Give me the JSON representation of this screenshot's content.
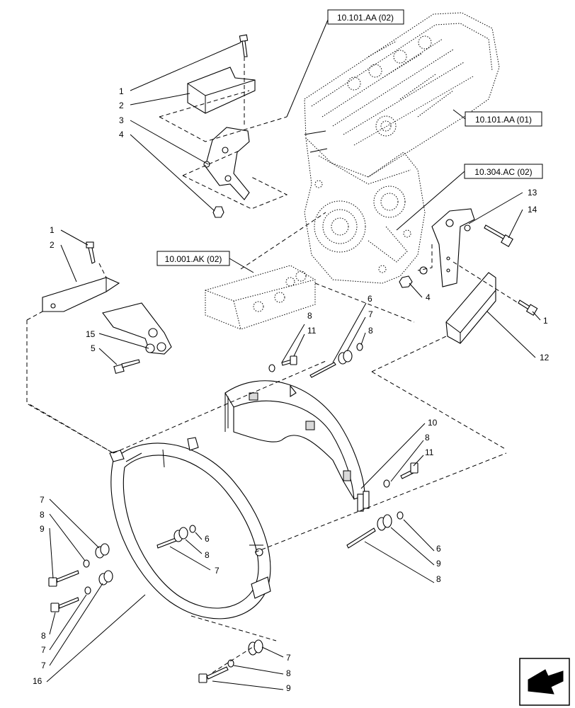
{
  "references": [
    {
      "id": "ref-head-top",
      "label": "10.101.AA (02)"
    },
    {
      "id": "ref-head-side",
      "label": "10.101.AA (01)"
    },
    {
      "id": "ref-cover",
      "label": "10.304.AC (02)"
    },
    {
      "id": "ref-block",
      "label": "10.001.AK (02)"
    }
  ],
  "callouts": [
    "1",
    "2",
    "3",
    "4",
    "1",
    "2",
    "15",
    "5",
    "8",
    "11",
    "6",
    "7",
    "8",
    "13",
    "14",
    "4",
    "1",
    "12",
    "10",
    "8",
    "11",
    "7",
    "8",
    "9",
    "8",
    "7",
    "6",
    "8",
    "7",
    "6",
    "9",
    "8",
    "7",
    "16",
    "7",
    "8",
    "9"
  ],
  "nav_icon": "arrow-return-icon"
}
